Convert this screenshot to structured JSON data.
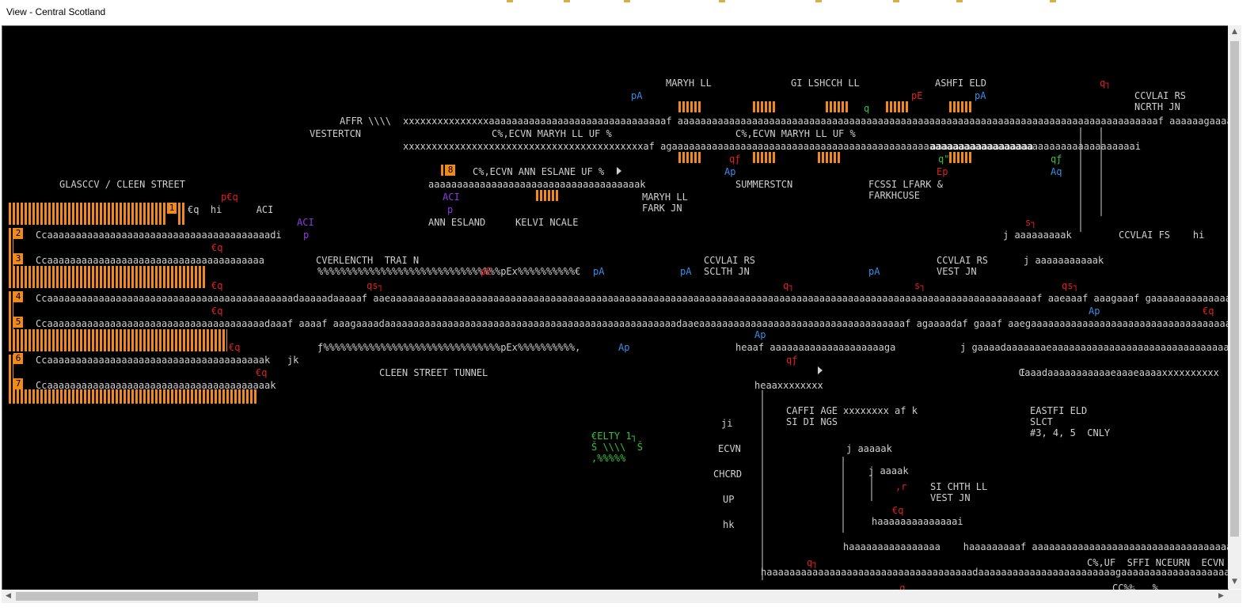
{
  "window": {
    "title": "View - Central Scotland"
  },
  "scrollbars": {
    "up": "▲",
    "down": "▼",
    "left": "◀",
    "right": "▶"
  },
  "platforms": [
    "1",
    "2",
    "3",
    "4",
    "5",
    "6",
    "7"
  ],
  "signal_box": "8",
  "labels": {
    "maryhill": "MARYH LL",
    "gilshochill": "GI LSHCCH LL",
    "ashfield": "ASHFI ELD",
    "cowlairs_north": "CCVLAI RS\nNCRTH JN",
    "westerton": "VESTERTCN",
    "afrr": "AFFR \\\\\\\\",
    "down_maryhill_uf_1": "C%‚ECVN MARYH LL UF %",
    "down_maryhill_uf_2": "C%‚ECVN MARYH LL UF %",
    "down_anniesland": "C%‚ECVN ANN ESLANE UF %",
    "glasgow_queen_street": "GLASCCV / CLEEN STREET",
    "summerston": "SUMMERSTCN",
    "possilpark": "FCSSI LFARK &\nFARKHCUSE",
    "maryhill_park_jn": "MARYH LL\nFARK JN",
    "anniesland": "ANN ESLAND",
    "kelvindale": "KELVI NCALE",
    "cowlairs_east": "CCVLAI FS    hi      CC\n                     EAS",
    "overlength_train": "CVERLENCTH  TRAI N",
    "cowlairs_south": "CCVLAI RS\nSCLTH JN",
    "cowlairs_west": "CCVLAI RS\nVEST JN",
    "queen_street_tunnel": "CLEEN STREET TUNNEL",
    "carriage_sidings": "CAFFI AGE\nSI DI NGS",
    "eastfield": "EASTFI ELD\nSLCT\n#3, 4, 5  CNLY",
    "empty": "€ELTY 1┐\nŠ \\\\\\\\  Š\n‚%%%%%",
    "down": "ECVN",
    "chord": "CHCRD",
    "up": "UP",
    "hk": "hk",
    "ji": "ji",
    "sighthill_west": "SI CHTH LL\nVEST JN",
    "up_springburn": "C%‚UF  SFFI NCEURN  ECVN  %",
    "cc_bottom": "CC%‰   %"
  },
  "trackdiagram": {
    "rows": [
      "€q  hi      ACI",
      "Ccaaaaaaaaaaaaaaaaaaaaaaaaaaaaaaaaaaaaaaadi",
      "Ccaaaaaaaaaaaaaaaaaaaaaaaaaaaaaaaaaaaaaa",
      "Ccaaaaaaaaaaaaaaaaaaaaaaaaaaaaaaaaaaaaaaaaaaadaaaaadaaaaaf aaeaaaaaaaaaaaaaaaaaaaaaaaaaaaaaaaaaaaaaaaaaaaaaaaaaaaaaaaaaaaaaaaaaaaaaaaaaaaaaaaaaaaaaaaaaaaaaaaaaaaaaaaaaaaaaaaaaf aaeaaaf aaagaaaf gaaaaaaaaaaaaaaaaaaaaaaaaaaaaaa",
      "Ccaaaaaaaaaaaaaaaaaaaaaaaaaaaaaaaaaaaaaadaaaf aaaaf aaagaaaadaaaaaaaaaaaaaaaaaaaaaaaaaaaaaaaaaaaaaaaaaaaaaaaaaaadaaeaaaaaaaaaaaaaaaaaaaaaaaaaaaaaaaaaaaaf agaaaadaf gaaaf aaegaaaaaaaaaaaaaaaaaaaaaaaaaaaaaaaaaaa",
      "Ccaaaaaaaaaaaaaaaaaaaaaaaaaaaaaaaaaaaaaak   jk",
      "Ccaaaaaaaaaaaaaaaaaaaaaaaaaaaaaaaaaaaaaaak"
    ],
    "upper_rows": [
      "xxxxxxxxxxxxxxxaaaaaaaaaaaaaaaaaaaaaaaaaaaaaaaf aaaaaaaaaaaaaaaaaaaaaaaaaaaaaaaaaaaaaaaaaaaaaaaaaaaaaaaaaaaaaaaaaaaaaaaaaaaaaaaaaaaaf aaaaaagaaaai",
      "xxxxxxxxxxxxxxxxxxxxxxxxxxxxxxxxxxxxxxxxxxaf agaaaaaaaaaaaaaaaaaaaaaaaaaaaaaaaaaaaaaaaaaaaaaaaaaaaaaaaaaaaaaaaaaaaaaaaaaaaaaaaaai",
      "aaaaaaaaaaaaaaaaaaaaaaaaaaaaaaaaaaaaak"
    ],
    "white_segment": "aaaaaaaaaaaaaaaaaa",
    "overlength_row_1": "%%%%%%%%%%%%%%%%%%%%%%%%%%%%%%%%pEx%%%%%%%%%%€",
    "overlength_row_2": "ƒ%%%%%%%%%%%%%%%%%%%%%%%%%%%%%%%pEx%%%%%%%%%%‚",
    "tunnel_rows": [
      "heaaf aaaaaaaaaaaaaaaaaaaaga",
      "j gaaaadaaaaaaaeaaaaaaaaaaaaaaaaaaaaaaaaaaaaaaaaaaaaaaaaaaaaaaaaaa",
      "Œaaadaaaaaaaaaaaeaaaeaaaaxxxxxxxxxx",
      "heaaxxxxxxxx",
      "xxxxxxxx af k",
      "haaaaaaaaaaaaaaaaaaaaaaaaaaaaaaaaaaaadaaaaaaaaaaaaaaaaaaaaaaaagaaaaaaaaaaaaaaaaaaaaaaaaaaaaaaaaaaaa",
      "haaaaaaaaaaaaaaaa    haaaaaaaaaf aaaaaaaaaaaaaaaaaaaaaaaaaaaaaaaaaaaaaaa",
      "haaaaaaaaaaaaaai",
      "j aaaaak",
      "j aaaak",
      "j aaaaaaaaak",
      "j aaaaaaaaaaak"
    ]
  }
}
